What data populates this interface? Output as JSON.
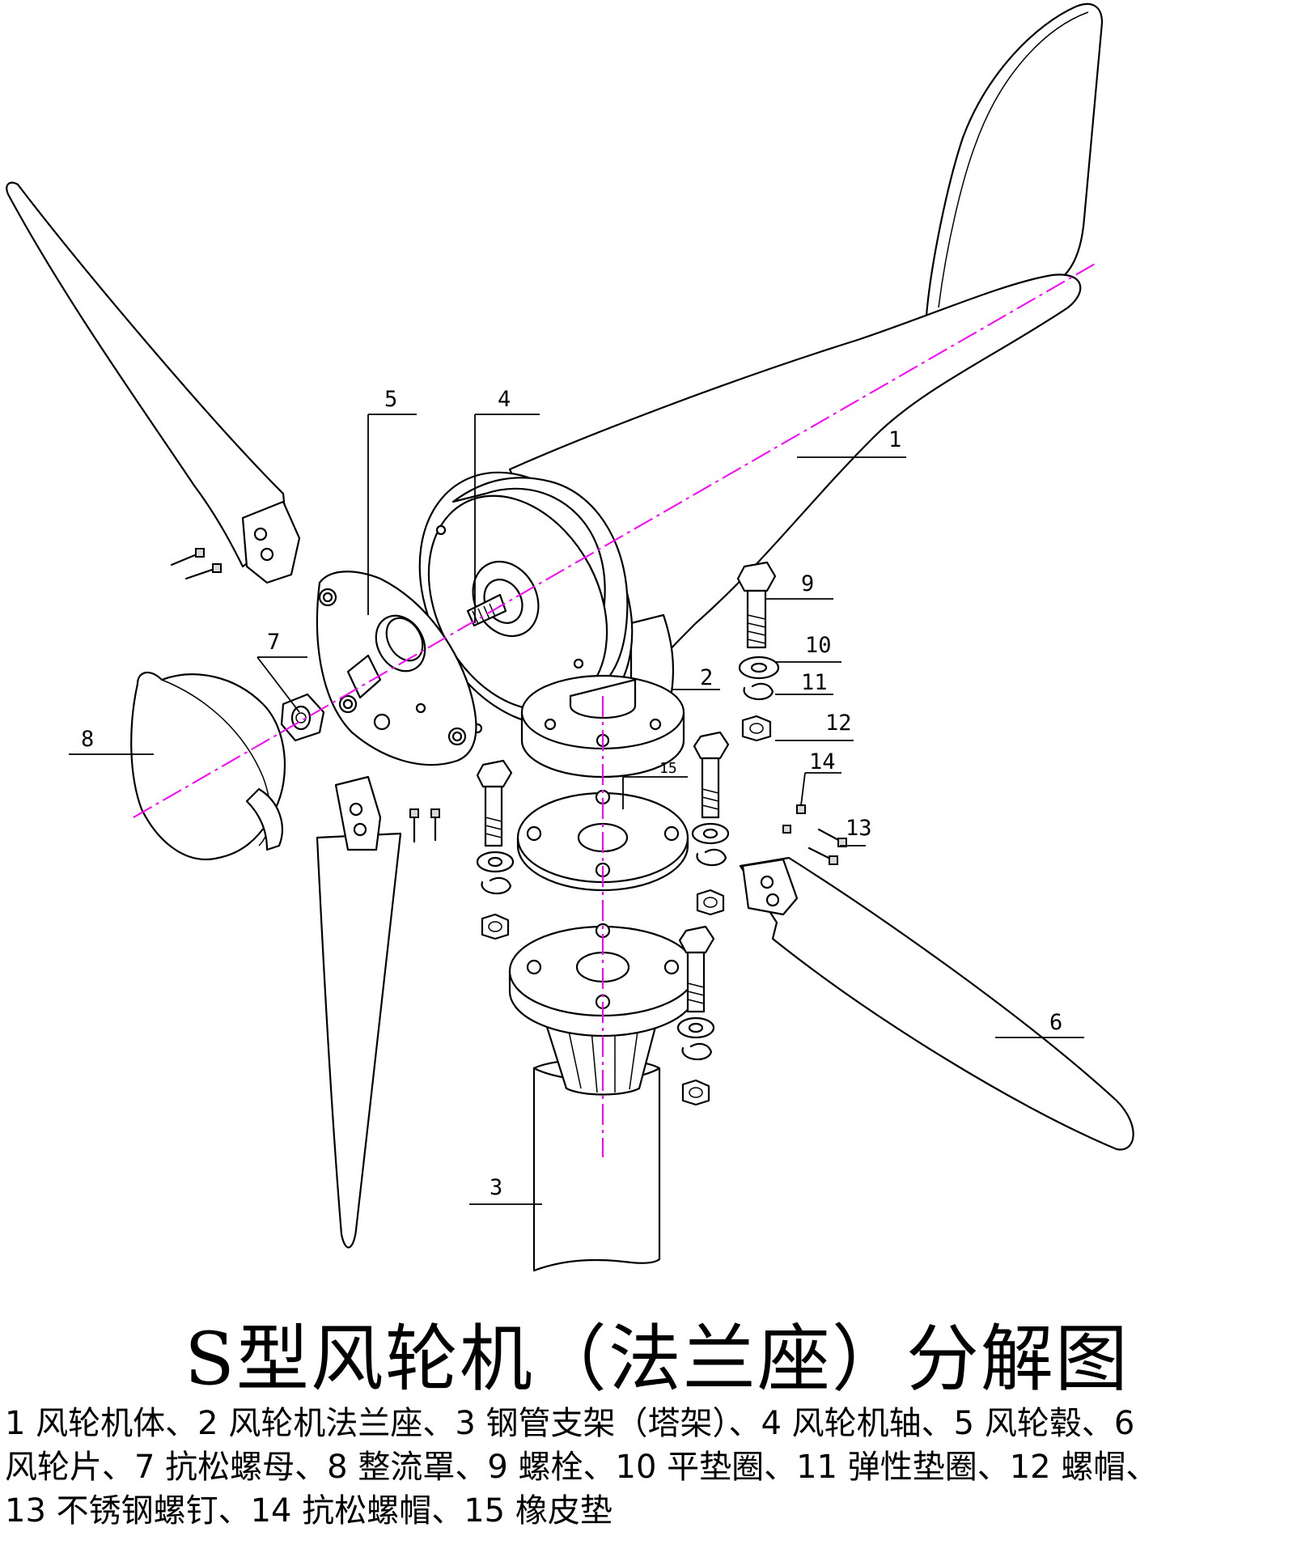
{
  "title": "S型风轮机（法兰座）分解图",
  "legend_lines": [
    "1  风轮机体、2  风轮机法兰座、3  钢管支架（塔架）、4  风轮机轴、5  风轮毂、6",
    "风轮片、7  抗松螺母、8  整流罩、9  螺栓、10  平垫圈、11  弹性垫圈、12  螺帽、",
    "13  不锈钢螺钉、14  抗松螺帽、15  橡皮垫"
  ],
  "callouts": {
    "c1": "1",
    "c2": "2",
    "c3": "3",
    "c4": "4",
    "c5": "5",
    "c6": "6",
    "c7": "7",
    "c8": "8",
    "c9": "9",
    "c10": "10",
    "c11": "11",
    "c12": "12",
    "c13": "13",
    "c14": "14",
    "c15": "15"
  },
  "colors": {
    "axis": "#ff00ff",
    "line": "#000000",
    "background": "#ffffff"
  }
}
